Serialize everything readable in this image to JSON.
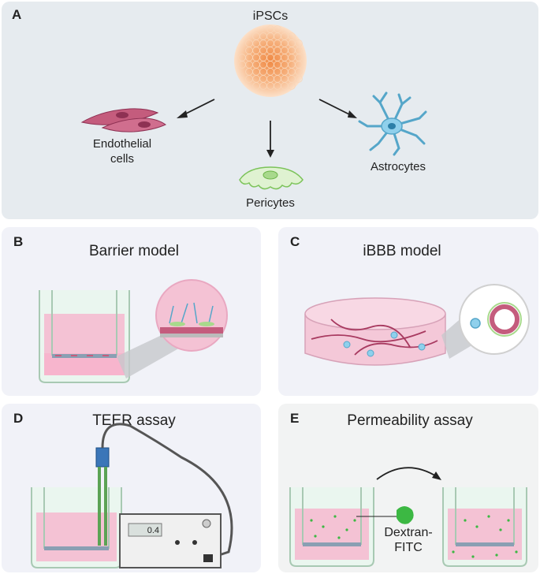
{
  "panel_a": {
    "letter": "A",
    "top_label": "iPSCs",
    "endothelial_line1": "Endothelial",
    "endothelial_line2": "cells",
    "pericytes": "Pericytes",
    "astrocytes": "Astrocytes"
  },
  "panel_b": {
    "letter": "B",
    "title": "Barrier model"
  },
  "panel_c": {
    "letter": "C",
    "title": "iBBB model"
  },
  "panel_d": {
    "letter": "D",
    "title": "TEER assay",
    "meter_reading": "0.4"
  },
  "panel_e": {
    "letter": "E",
    "title": "Permeability assay",
    "dextran_line1": "Dextran-",
    "dextran_line2": "FITC"
  },
  "colors": {
    "panel_a_bg": "#e6ebef",
    "panel_bg": "#f1f2f8",
    "panel_e_bg": "#f2f3f3",
    "media_pink": "#f2b9cf",
    "endothelial": "#c45c7d",
    "pericyte": "#a8d98c",
    "astrocyte": "#55a6c9",
    "ipsc_orange": "#f5a56a",
    "dextran_green": "#3cb843"
  }
}
